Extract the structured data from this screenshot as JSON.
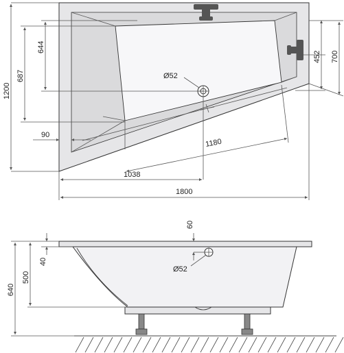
{
  "colors": {
    "tub_fill": "#e6e6e8",
    "basin_fill": "#f7f7f9",
    "line": "#333333",
    "dim_line": "#555555",
    "tap": "#555555",
    "ground_hatch": "#444444"
  },
  "plan_view": {
    "dimensions": {
      "overall_width": "1800",
      "overall_depth": "1200",
      "right_depth": "700",
      "right_tap_height": "452",
      "left_upper": "644",
      "left_lower": "687",
      "left_offset": "90",
      "lower_width": "1038",
      "diagonal": "1180"
    },
    "drain_label": "Ø52"
  },
  "side_view": {
    "dimensions": {
      "total_height": "640",
      "tub_depth": "500",
      "rim": "40",
      "overflow_offset": "60"
    },
    "overflow_label": "Ø52"
  }
}
